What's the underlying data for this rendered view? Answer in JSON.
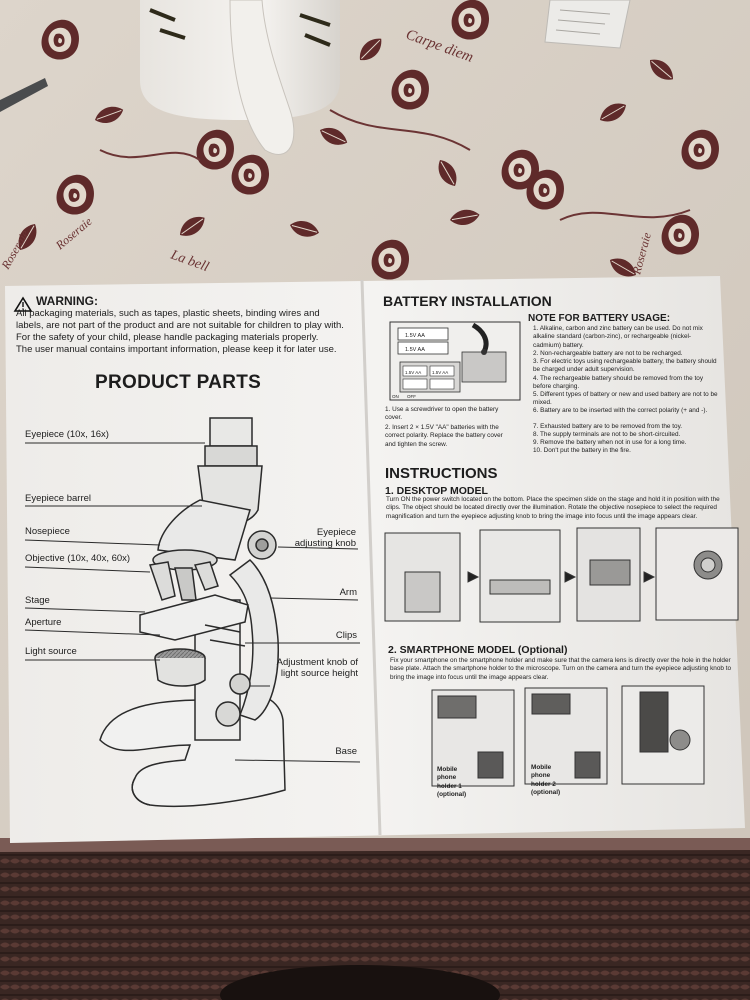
{
  "tablecloth": {
    "script_1": "Carpe diem",
    "script_2": "La bell",
    "script_3": "Roseraie",
    "script_4": "Roseraie",
    "script_5": "Roseraie"
  },
  "manual": {
    "warning": {
      "title": "WARNING:",
      "lines": [
        "All packaging materials, such as tapes, plastic sheets, binding wires and",
        "labels, are not part of the product and are not suitable for children to play with.",
        "For the safety of your child, please handle packaging materials properly.",
        "The user manual contains important information, please keep it for later use."
      ]
    },
    "product_parts": {
      "title": "PRODUCT PARTS",
      "labels": {
        "eyepiece": "Eyepiece (10x, 16x)",
        "eyepiece_barrel": "Eyepiece barrel",
        "nosepiece": "Nosepiece",
        "objective": "Objective (10x, 40x, 60x)",
        "stage": "Stage",
        "aperture": "Aperture",
        "light_source": "Light source",
        "eyepiece_knob_1": "Eyepiece",
        "eyepiece_knob_2": "adjusting knob",
        "arm": "Arm",
        "clips": "Clips",
        "adjustment_knob_1": "Adjustment knob of",
        "adjustment_knob_2": "light source height",
        "base": "Base"
      }
    },
    "battery": {
      "title": "BATTERY INSTALLATION",
      "diagram_labels": [
        "1.5V AA",
        "1.5V AA",
        "1.5V AA",
        "1.5V AA",
        "ON",
        "OFF"
      ],
      "steps": [
        "1. Use a screwdriver to open the battery cover.",
        "2. Insert 2 × 1.5V \"AA\" batteries with the correct polarity. Replace the battery cover and tighten the screw."
      ],
      "note_title": "NOTE FOR BATTERY USAGE:",
      "notes": [
        "1. Alkaline, carbon and zinc battery can be used. Do not mix alkaline standard (carbon-zinc), or rechargeable (nickel-cadmium) battery.",
        "2. Non-rechargeable battery are not to be recharged.",
        "3. For electric toys using rechargeable battery, the battery should be charged under adult supervision.",
        "4. The rechargeable battery should be removed from the toy before charging.",
        "5. Different types of battery or new and used battery are not to be mixed.",
        "6. Battery are to be inserted with the correct polarity (+ and -).",
        "7. Exhausted battery are to be removed from the toy.",
        "8. The supply terminals are not to be short-circuited.",
        "9. Remove the battery when not in use for a long time.",
        "10. Don't put the battery in the fire."
      ]
    },
    "instructions": {
      "title": "INSTRUCTIONS",
      "desktop_title": "1. DESKTOP MODEL",
      "desktop_text": "Turn ON the power switch located on the bottom. Place the specimen slide on the stage and hold it in position with the clips. The object should be located directly over the illumination. Rotate the objective nosepiece to select the required magnification and turn the eyepiece adjusting knob to bring the image into focus until the image appears clear.",
      "smartphone_title": "2. SMARTPHONE MODEL (Optional)",
      "smartphone_text": "Fix your smartphone on the smartphone holder and make sure that the camera lens is directly over the hole in the holder base plate. Attach the smartphone holder to the microscope. Turn on the camera and turn the eyepiece adjusting knob to bring the image into focus until the image appears clear.",
      "holder_1": "Mobile phone holder 1 (optional)",
      "holder_2": "Mobile phone holder 2 (optional)"
    }
  }
}
